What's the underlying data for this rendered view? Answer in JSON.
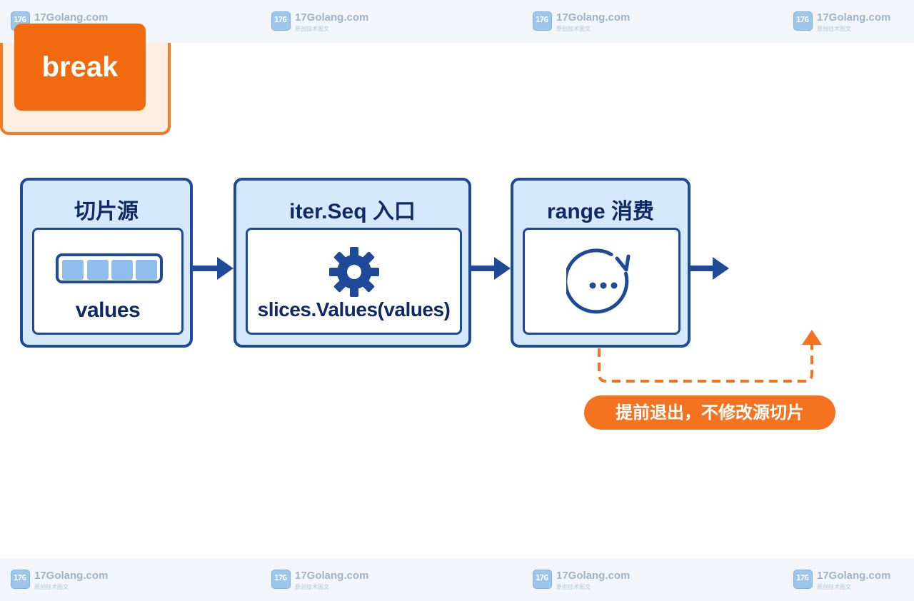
{
  "watermark": {
    "brand": "17Golang.com",
    "tagline": "原创技术图文",
    "logo_text": "17G"
  },
  "nodes": {
    "source": {
      "title": "切片源",
      "label": "values",
      "slot_count": 4
    },
    "seq": {
      "title": "iter.Seq 入口",
      "label": "slices.Values(values)",
      "icon": "gear-icon"
    },
    "consume": {
      "title": "range 消费",
      "icon": "loop-dots-icon"
    },
    "break": {
      "label": "break"
    }
  },
  "note": {
    "text": "提前退出，不修改源切片"
  },
  "colors": {
    "navy": "#1f4a9a",
    "panel_blue": "#d6e8fb",
    "slot_blue": "#8fbdee",
    "orange": "#f26a0f",
    "orange_light": "#fdeee0"
  }
}
